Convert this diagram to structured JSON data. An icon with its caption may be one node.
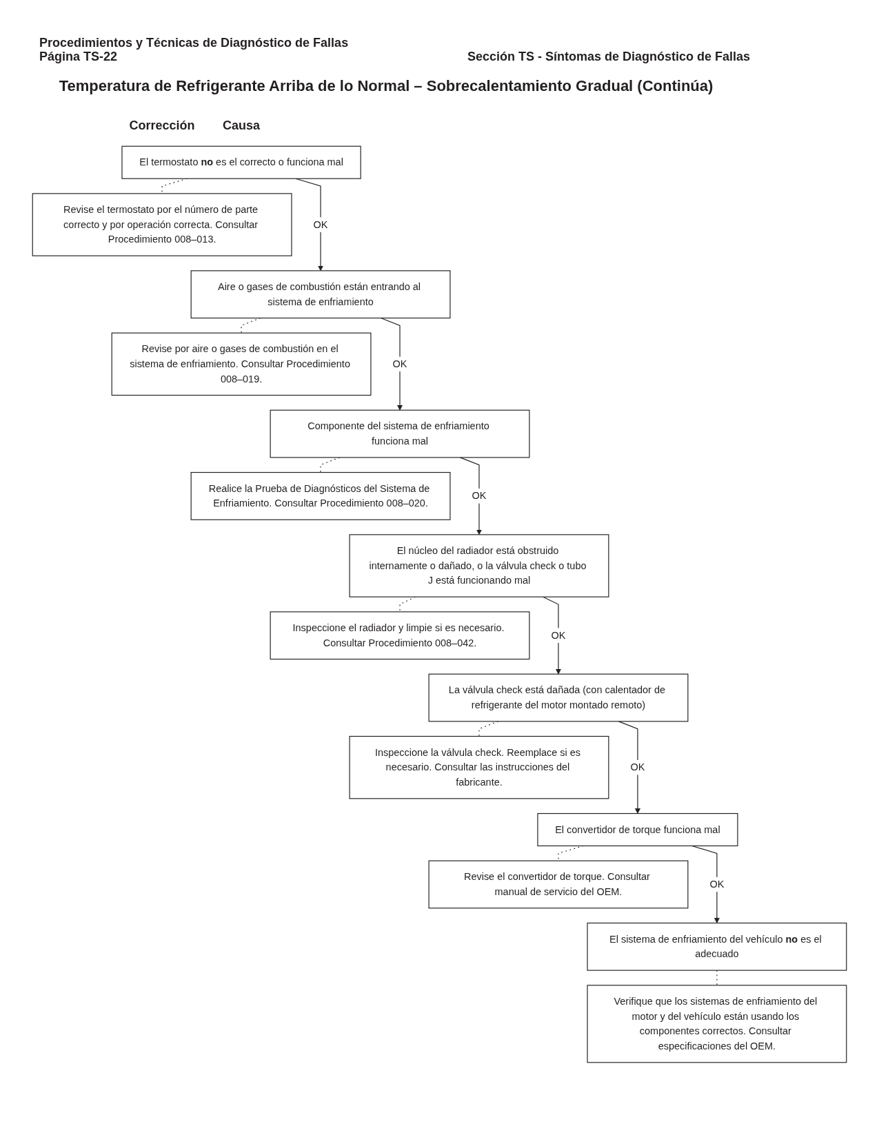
{
  "diagram": {
    "title": "Temperatura de Refrigerante Arriba de lo Normal – Sobrecalentamiento Gradual (Continúa)",
    "nodes": [
      {
        "text": [
          "El termostato **no** es el correcto o funciona mal"
        ]
      },
      {
        "text": [
          "Revise el termostato por el número de parte correcto y por operación correcta. Consultar Procedimiento 008–013."
        ]
      },
      {
        "text": [
          "Aire o gases de combustión están entrando al sistema de enfriamiento"
        ]
      },
      {
        "text": [
          "Revise por aire o gases de combustión en el sistema de enfriamiento. Consultar Procedimiento 008–019."
        ]
      },
      {
        "text": [
          "Componente del sistema de enfriamiento funciona mal"
        ]
      },
      {
        "text": [
          "Realice la Prueba de Diagnósticos del Sistema de Enfriamiento. Consultar Procedimiento 008–020."
        ]
      },
      {
        "text": [
          "El núcleo del radiador está obstruido internamente o dañado, o la válvula check o tubo J está funcionando mal"
        ]
      },
      {
        "text": [
          "Inspeccione el radiador y limpie si es necesario. Consultar Procedimiento 008–042."
        ]
      },
      {
        "text": [
          "La válvula check está dañada (con calentador de refrigerante del motor montado remoto)"
        ]
      },
      {
        "text": [
          "Inspeccione la válvula check. Reemplace si es necesario. Consultar las instrucciones del fabricante."
        ]
      },
      {
        "text": [
          "El convertidor de torque funciona mal"
        ]
      },
      {
        "text": [
          "Revise el convertidor de torque. Consultar manual de servicio del OEM."
        ]
      },
      {
        "text": [
          "El sistema de enfriamiento del vehículo **no** es el adecuado"
        ]
      },
      {
        "text": [
          "Verifique que los sistemas de enfriamiento del motor y del vehículo están usando los componentes correctos. Consultar especificaciones del OEM."
        ]
      }
    ],
    "edges": [
      {
        "from": 0,
        "to": 2,
        "arrow": "to",
        "label": "OK"
      },
      {
        "from": 0,
        "to": 1,
        "arrow": "none",
        "style": "dashed"
      },
      {
        "from": 2,
        "to": 4,
        "arrow": "to",
        "label": "OK"
      },
      {
        "from": 2,
        "to": 3,
        "arrow": "none",
        "style": "dashed"
      },
      {
        "from": 4,
        "to": 6,
        "arrow": "to",
        "label": "OK"
      },
      {
        "from": 4,
        "to": 5,
        "arrow": "none",
        "style": "dashed"
      },
      {
        "from": 6,
        "to": 8,
        "arrow": "to",
        "label": "OK"
      },
      {
        "from": 6,
        "to": 7,
        "arrow": "none",
        "style": "dashed"
      },
      {
        "from": 8,
        "to": 10,
        "arrow": "to",
        "label": "OK"
      },
      {
        "from": 8,
        "to": 9,
        "arrow": "none",
        "style": "dashed"
      },
      {
        "from": 10,
        "to": 12,
        "arrow": "to",
        "label": "OK"
      },
      {
        "from": 10,
        "to": 11,
        "arrow": "none",
        "style": "dashed"
      },
      {
        "from": 12,
        "to": 13,
        "arrow": "none",
        "style": "dashed"
      }
    ],
    "labels": [
      "Procedimientos y Técnicas de Diagnóstico de Fallas",
      "Página TS-22",
      "Sección TS - Síntomas de Diagnóstico de Fallas",
      "Causa",
      "Corrección"
    ]
  }
}
